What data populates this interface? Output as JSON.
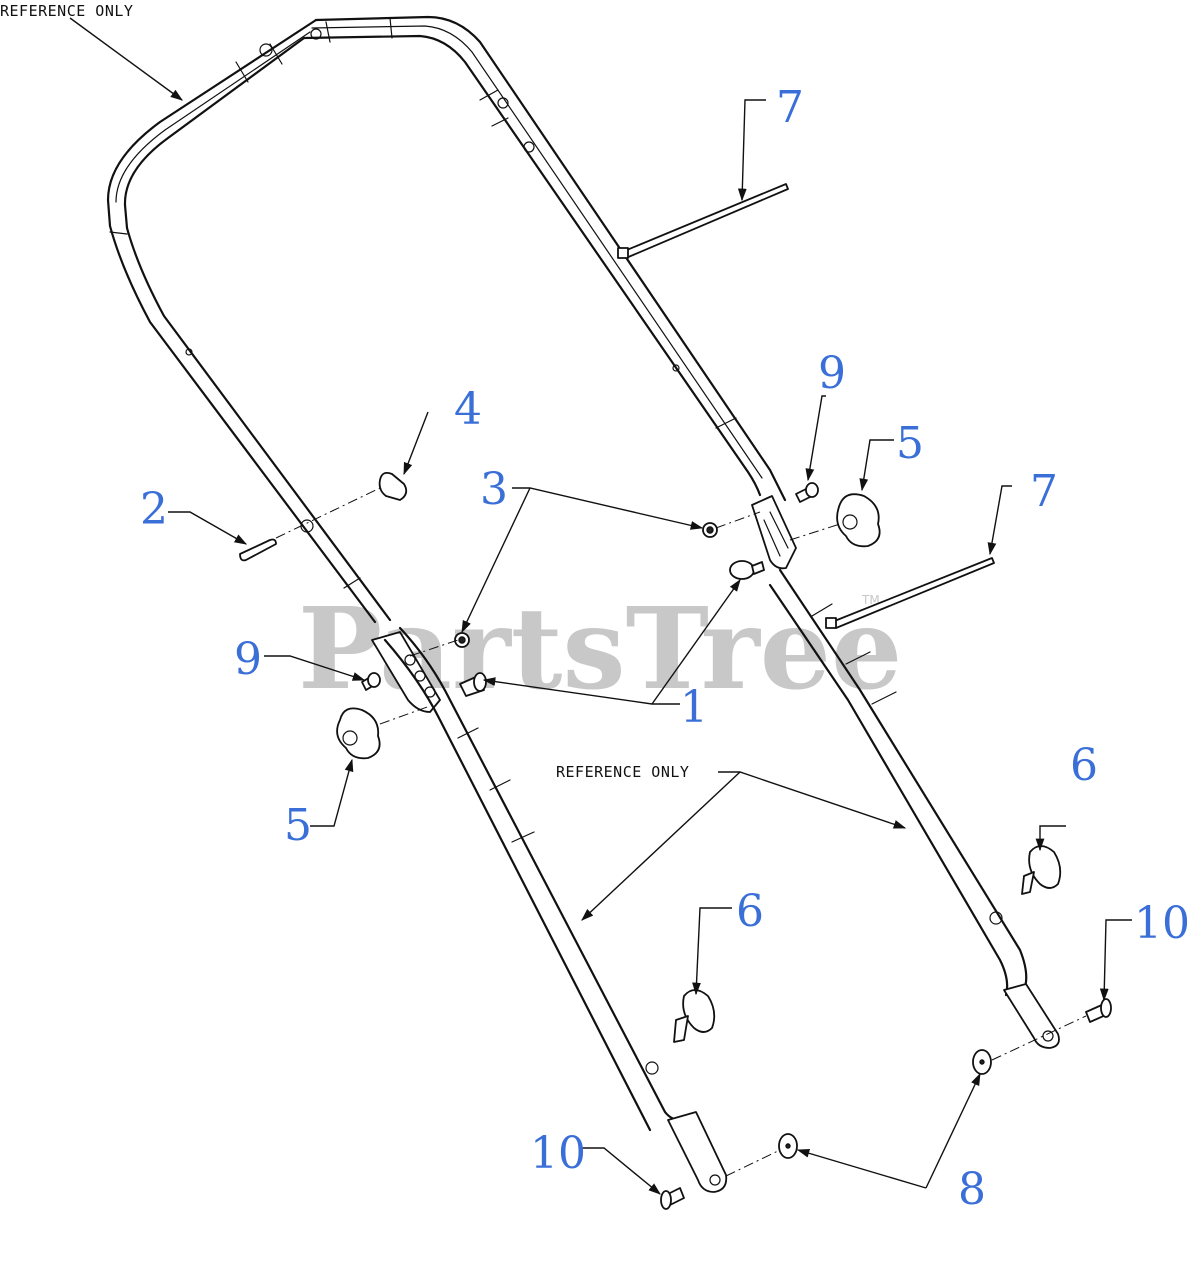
{
  "reference_labels": [
    "REFERENCE ONLY",
    "REFERENCE ONLY"
  ],
  "watermark": {
    "text": "PartsTree",
    "tm": "TM"
  },
  "callouts": [
    {
      "id": "c1",
      "text": "1"
    },
    {
      "id": "c2",
      "text": "2"
    },
    {
      "id": "c3",
      "text": "3"
    },
    {
      "id": "c4",
      "text": "4"
    },
    {
      "id": "c5a",
      "text": "5"
    },
    {
      "id": "c5b",
      "text": "5"
    },
    {
      "id": "c6a",
      "text": "6"
    },
    {
      "id": "c6b",
      "text": "6"
    },
    {
      "id": "c7a",
      "text": "7"
    },
    {
      "id": "c7b",
      "text": "7"
    },
    {
      "id": "c8",
      "text": "8"
    },
    {
      "id": "c9a",
      "text": "9"
    },
    {
      "id": "c9b",
      "text": "9"
    },
    {
      "id": "c10a",
      "text": "10"
    },
    {
      "id": "c10b",
      "text": "10"
    }
  ],
  "colors": {
    "callout": "#3a6fd8",
    "watermark": "#c8c8c8",
    "line": "#111111"
  }
}
